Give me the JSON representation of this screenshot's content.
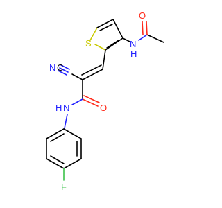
{
  "molecule": {
    "atoms": {
      "S": {
        "text": "S",
        "color": "#c9c900"
      },
      "NH_acetamide": {
        "text": "N",
        "subtext": "H",
        "color": "#2222ff"
      },
      "O_acetyl": {
        "text": "O",
        "color": "#ff2a1a"
      },
      "N_nitrile": {
        "text": "N",
        "color": "#2222ff"
      },
      "C_nitrile": {
        "text": "C",
        "color": "#000000"
      },
      "NH_amide": {
        "text": "N",
        "subtext": "H",
        "color": "#2222ff"
      },
      "O_amide": {
        "text": "O",
        "color": "#ff2a1a"
      },
      "F": {
        "text": "F",
        "color": "#3cc24a"
      }
    }
  }
}
